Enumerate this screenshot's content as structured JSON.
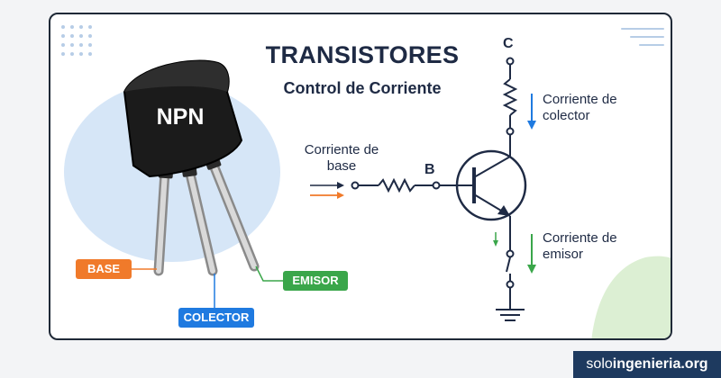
{
  "title": "TRANSISTORES",
  "subtitle": "Control de Corriente",
  "chip_label": "NPN",
  "pins": {
    "base": "BASE",
    "collector": "COLECTOR",
    "emitter": "EMISOR"
  },
  "circuit": {
    "base_current_label": "Corriente de base",
    "base_terminal": "B",
    "collector_terminal": "C",
    "collector_current_label": "Corriente de colector",
    "emitter_current_label": "Corriente de emisor"
  },
  "watermark": {
    "prefix": "solo",
    "suffix": "ingenieria.org"
  },
  "colors": {
    "title": "#1e2a44",
    "base": "#f07a2a",
    "collector": "#1f7ae0",
    "emitter": "#3aa64a",
    "blob": "#d6e6f7",
    "chip": "#1b1b1b"
  }
}
